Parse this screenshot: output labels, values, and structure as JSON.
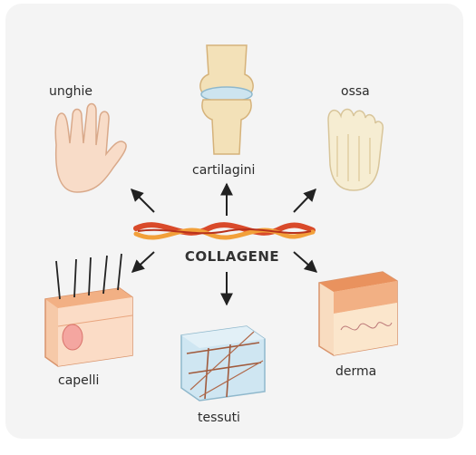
{
  "center": {
    "label": "COLLAGENE"
  },
  "nodes": {
    "unghie": "unghie",
    "cartilagini": "cartilagini",
    "ossa": "ossa",
    "capelli": "capelli",
    "tessuti": "tessuti",
    "derma": "derma"
  },
  "colors": {
    "panel": "#f4f4f4",
    "arrow": "#222222",
    "collagen_red": "#d94a2a",
    "collagen_orange": "#f2a03a",
    "skin": "#f6c9a8",
    "bone": "#f3e8c8",
    "cartilage": "#cde4ef",
    "tissue": "#cfe6f2"
  }
}
